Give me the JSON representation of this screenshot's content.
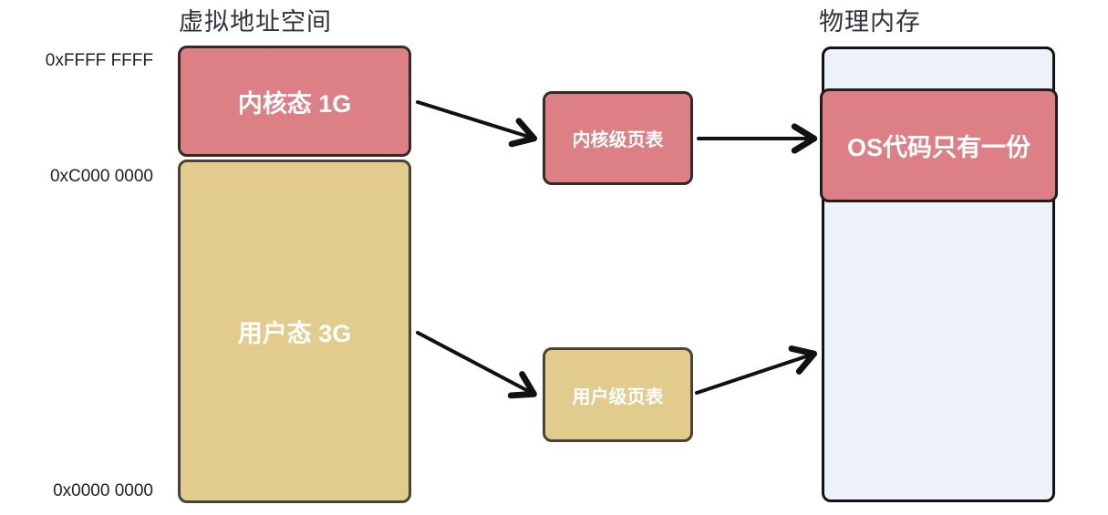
{
  "diagram": {
    "virtual_space": {
      "title": "虚拟地址空间",
      "kernel_label": "内核态 1G",
      "user_label": "用户态 3G",
      "addr_top": "0xFFFF FFFF",
      "addr_mid": "0xC000 0000",
      "addr_bottom": "0x0000 0000"
    },
    "page_tables": {
      "kernel_label": "内核级页表",
      "user_label": "用户级页表"
    },
    "physical_memory": {
      "title": "物理内存",
      "os_label": "OS代码只有一份"
    },
    "colors": {
      "kernel_red": "#dc8086",
      "user_yellow": "#e1cc8e",
      "memory_light_blue": "#edf1fa",
      "red_border": "#352a28",
      "yellow_border": "#4b4333",
      "memory_border": "#121212",
      "arrow": "#111111",
      "title_text": "#2e323a",
      "label_text": "#222222",
      "box_text": "#ffffff"
    }
  }
}
